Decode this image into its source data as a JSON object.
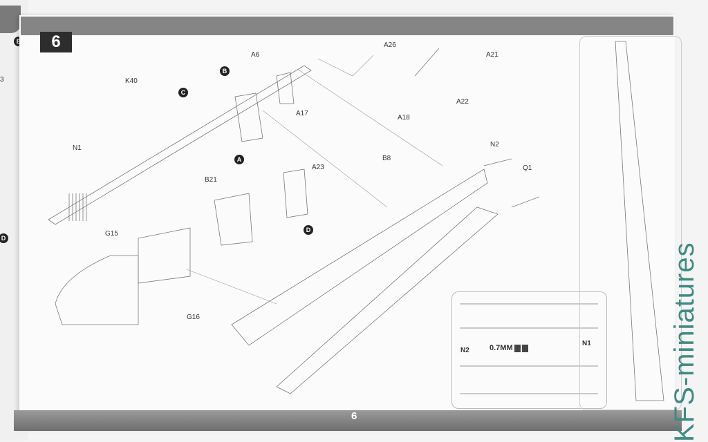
{
  "left_page": {
    "marker_b": "B",
    "marker_d": "D",
    "fragment": "3"
  },
  "step": {
    "number": "6"
  },
  "callouts": {
    "a": "A",
    "b": "B",
    "c": "C",
    "d": "D"
  },
  "parts": {
    "A26": "A26",
    "A21": "A21",
    "A6": "A6",
    "K40": "K40",
    "A17": "A17",
    "A22": "A22",
    "A18": "A18",
    "N1": "N1",
    "N2": "N2",
    "B8": "B8",
    "A23": "A23",
    "Q1": "Q1",
    "B21": "B21",
    "G15": "G15",
    "G16": "G16"
  },
  "inset": {
    "n2": "N2",
    "n1": "N1",
    "drill": "0.7MM"
  },
  "page_number": "6",
  "watermark": "KFS-miniatures"
}
